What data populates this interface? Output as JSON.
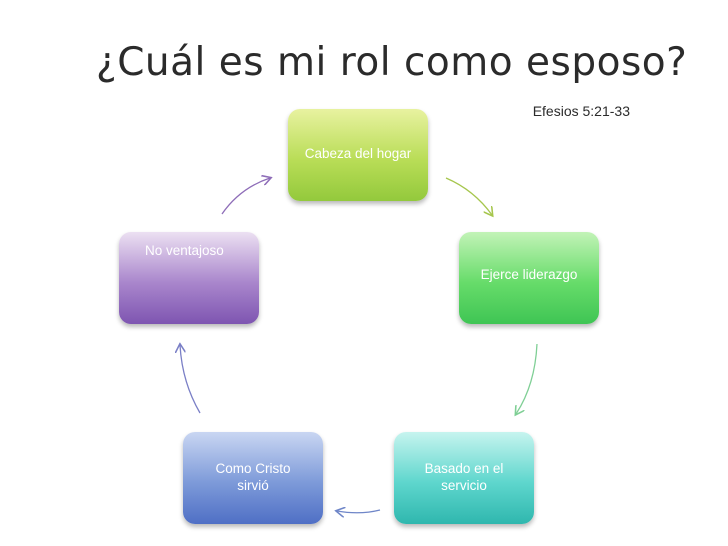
{
  "slide": {
    "title": "¿Cuál es mi rol como esposo?",
    "reference": "Efesios 5:21-33"
  },
  "cycle": {
    "nodes": [
      {
        "label": "Cabeza del hogar",
        "color": "#b9dd57"
      },
      {
        "label": "Ejerce liderazgo",
        "color": "#67dc6a"
      },
      {
        "label": "Basado en el servicio",
        "color": "#5ed6cd"
      },
      {
        "label": "Como Cristo sirvió",
        "color": "#7d9ad9"
      },
      {
        "label": "No ventajoso",
        "color": "#a986cc"
      }
    ]
  }
}
